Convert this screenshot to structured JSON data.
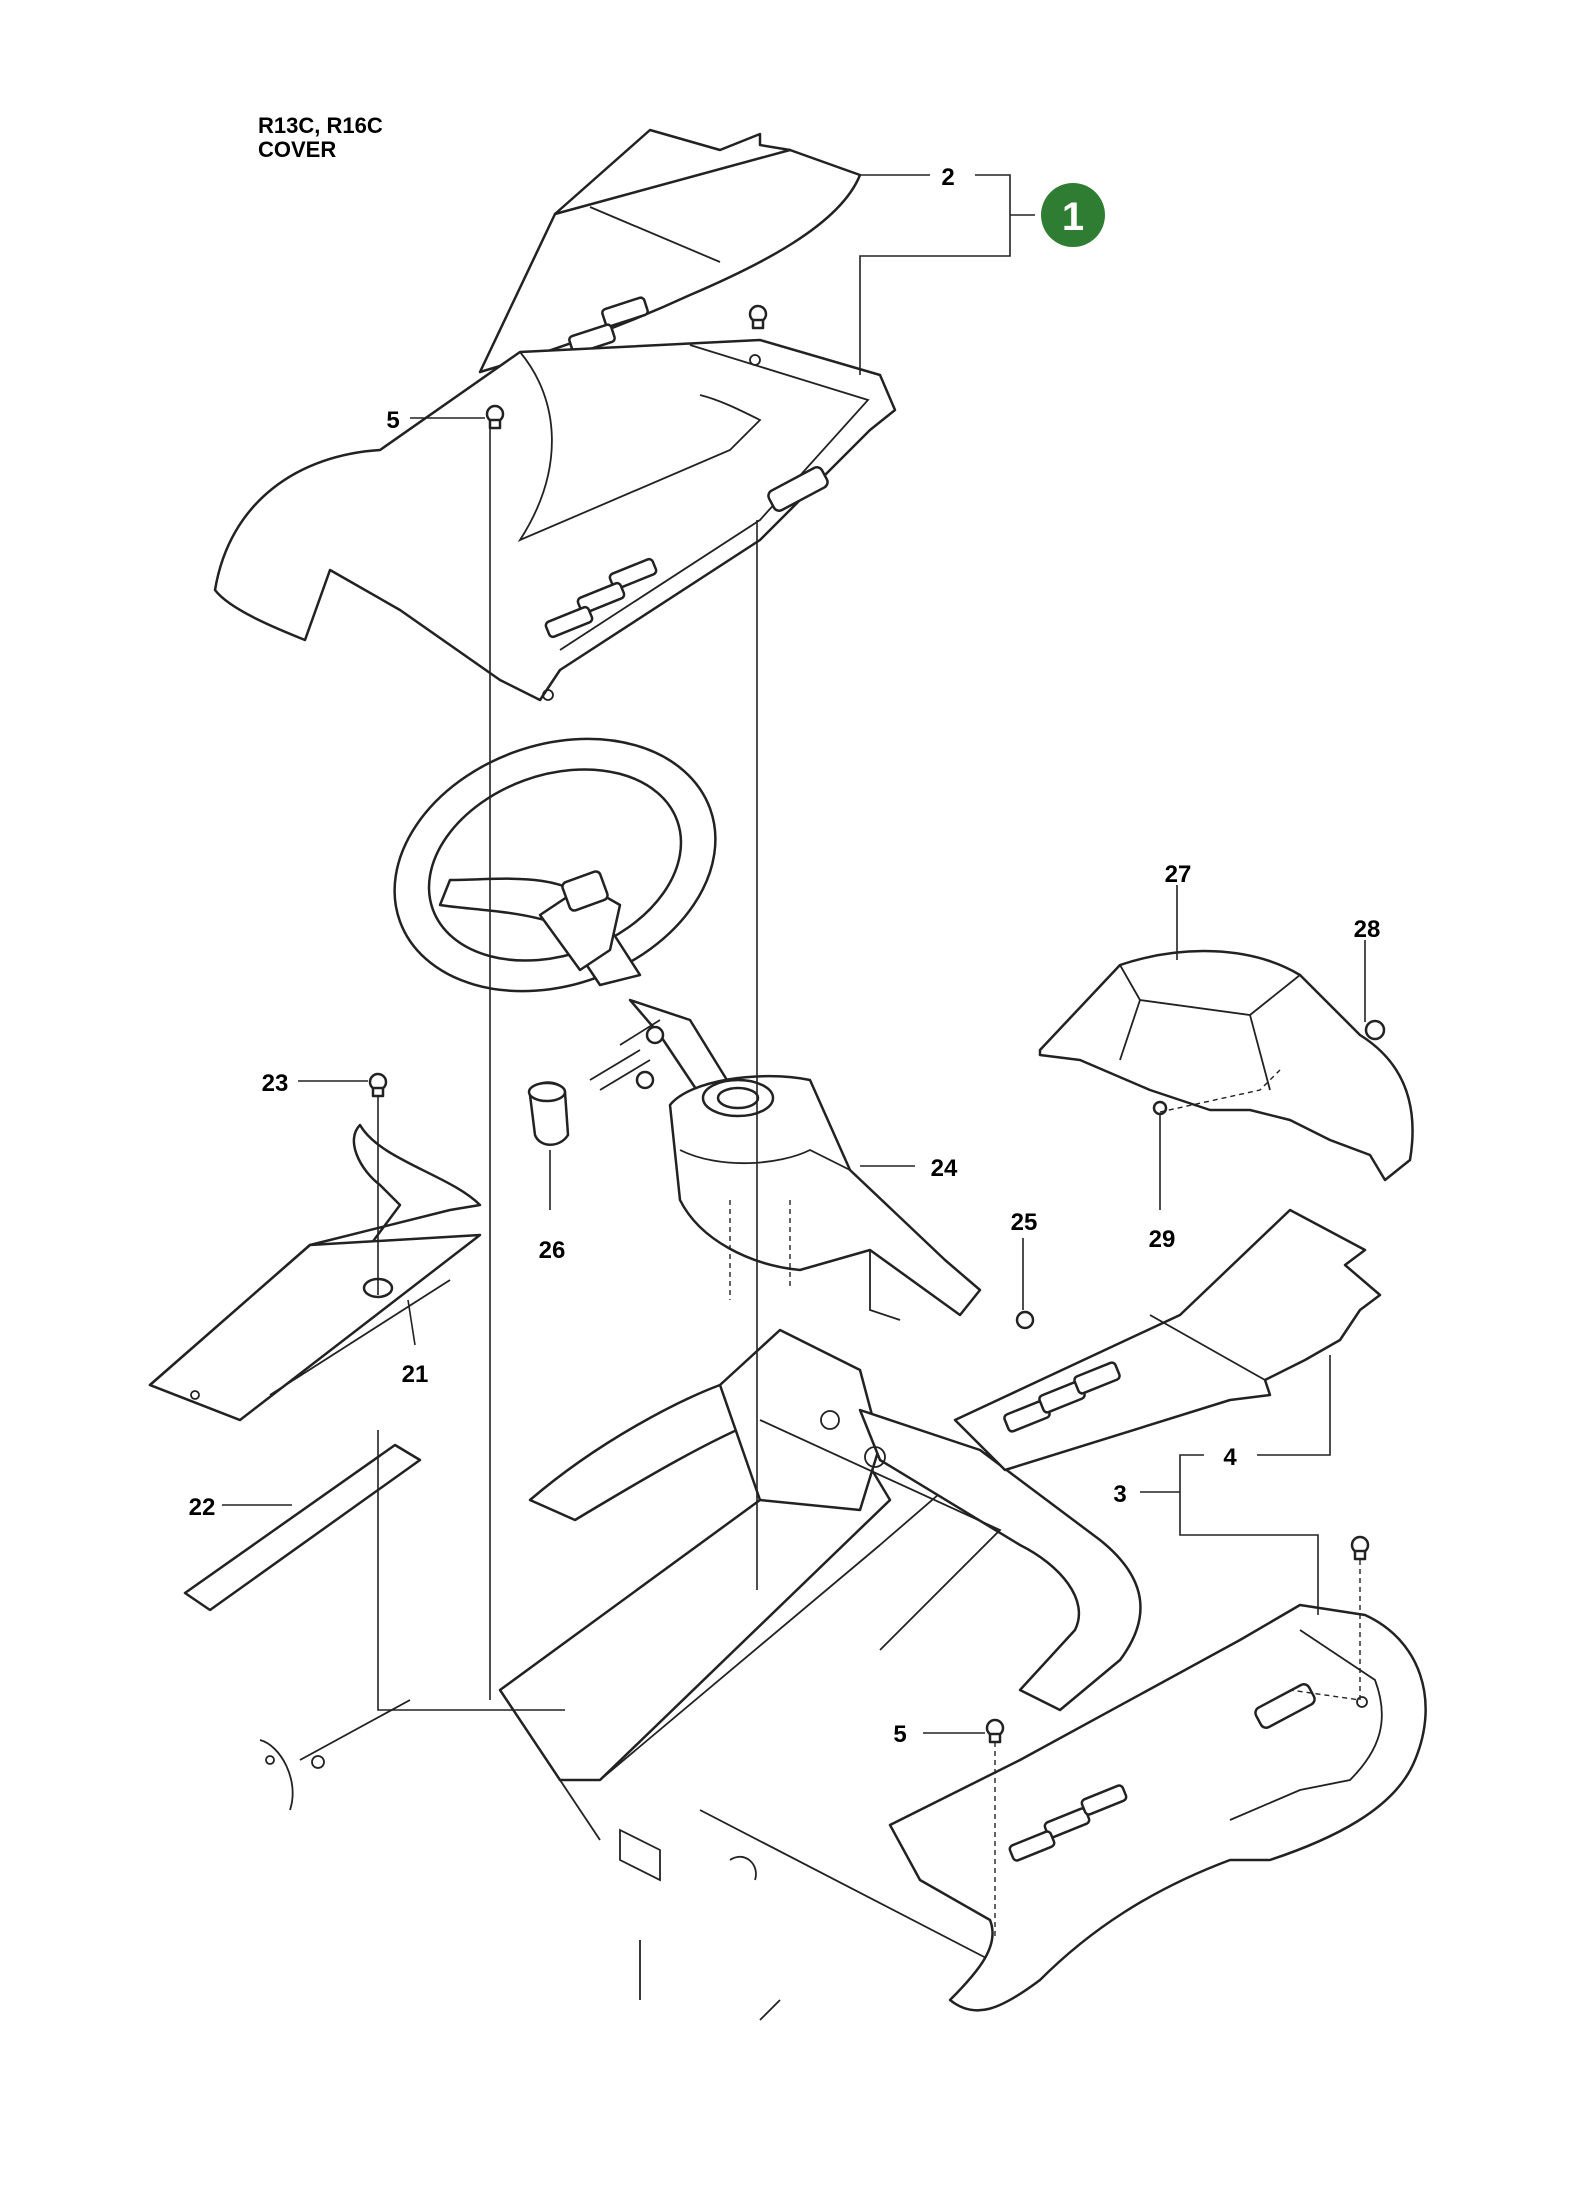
{
  "header": {
    "models": "R13C, R16C",
    "section": "COVER"
  },
  "badge": {
    "number": "1",
    "color": "#2e7d32"
  },
  "callouts": [
    "2",
    "5",
    "5",
    "5",
    "3",
    "4",
    "21",
    "22",
    "23",
    "24",
    "25",
    "26",
    "27",
    "28",
    "29"
  ]
}
